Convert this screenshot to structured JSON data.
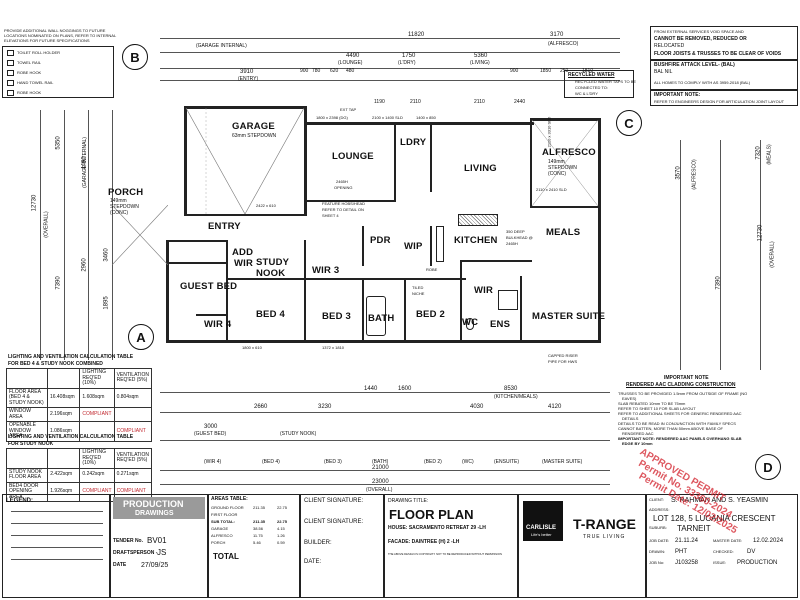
{
  "top_notes": {
    "line1": "PROVIDE ADDITIONAL WALL NOGGINGS TO FUTURE",
    "line2": "LOCATIONS NOMINATED ON PLANS, REFER TO INTERNAL",
    "line3": "ELEVATIONS FOR FUTURE SPECIFICATIONS"
  },
  "fixture_legend": [
    {
      "sym": "",
      "label": "TOILET ROLL HOLDER"
    },
    {
      "sym": "",
      "label": "TOWEL RAIL"
    },
    {
      "sym": "",
      "label": "ROBE HOOK"
    },
    {
      "sym": "",
      "label": "HAND TOWEL RAIL"
    },
    {
      "sym": "",
      "label": "ROBE HOOK"
    }
  ],
  "grid_markers": {
    "a": "A",
    "b": "B",
    "c": "C",
    "d": "D"
  },
  "top_dimensions": {
    "overall": "11820",
    "alfresco": "3170",
    "alfresco_label": "(ALFRESCO)",
    "garage": "(GARAGE INTERNAL)",
    "d4490": "4490",
    "d1750": "1750",
    "d5360": "5360",
    "lounge": "(LOUNGE)",
    "ldry": "(L'DRY)",
    "living": "(LIVING)",
    "d3910": "3910",
    "entry": "(ENTRY)",
    "d2110a": "2110",
    "d2110b": "2110",
    "d1190": "1190",
    "d2440": "2440",
    "d900a": "900",
    "d900b": "900",
    "d620": "620",
    "d780": "780",
    "d480": "480",
    "d250": "250",
    "d1810": "1810",
    "d1850": "1850"
  },
  "right_notes": {
    "void_line1": "FROM EXTERNAL SERVICES VOID SPACE AND",
    "void_line2": "CANNOT BE REMOVED, REDUCED OR",
    "void_line3": "RELOCATED",
    "joists": "FLOOR JOISTS & TRUSSES TO BE CLEAR OF VOIDS",
    "bal_title": "BUSHFIRE ATTACK LEVEL- (BAL)",
    "bal_value": "BAL NIL",
    "bal_note": "ALL HOMES TO COMPLY WITH AS 3959-2018 (BAL)",
    "important": "IMPORTANT NOTE:",
    "important_text": "REFER TO ENGINEERS DESIGN FOR ARTICULATION JOINT LAYOUT",
    "recycled_title": "RECYCLED WATER",
    "recycled_l1": "RECYCLED WATER TAPS TO BE",
    "recycled_l2": "CONNECTED TO:",
    "recycled_l3": "WC & L'DRY"
  },
  "rooms": {
    "garage": "GARAGE",
    "garage_sub": "63mm STEPDOWN",
    "lounge": "LOUNGE",
    "ldry": "LDRY",
    "living": "LIVING",
    "alfresco": "ALFRESCO",
    "alfresco_sub1": "149mm",
    "alfresco_sub2": "STEPDOWN",
    "alfresco_sub3": "(CONC)",
    "porch": "PORCH",
    "porch_sub1": "149mm",
    "porch_sub2": "STEPDOWN",
    "porch_sub3": "(CONC)",
    "entry": "ENTRY",
    "add_wir": "ADD",
    "add_wir2": "WIR",
    "study_nook": "STUDY",
    "study_nook2": "NOOK",
    "guest_bed": "GUEST BED",
    "wir3": "WIR 3",
    "pdr": "PDR",
    "wip": "WIP",
    "kitchen": "KITCHEN",
    "meals": "MEALS",
    "wir": "WIR",
    "bed4": "BED 4",
    "bed3": "BED 3",
    "bath": "BATH",
    "bed2": "BED 2",
    "wc": "WC",
    "ens": "ENS",
    "master_suite": "MASTER SUITE",
    "wir4": "WIR 4"
  },
  "plan_notes": {
    "opening1": "2465H",
    "opening1b": "OPENING",
    "feature_l1": "FEATURE HOBS/HEAD",
    "feature_l2": "REFER TO DETAIL ON",
    "feature_l3": "SHEET 4",
    "bulkhead": "350 DEEP",
    "bulkhead2": "BULKHEAD @",
    "bulkhead3": "2465H",
    "tiled_niche": "TILED",
    "tiled_niche2": "NICHE",
    "capped_riser": "CAPPED RISER",
    "capped_riser2": "PIPE FOR HWS",
    "robe": "ROBE",
    "ext_tap": "EXT TAP",
    "sld_1800": "1800 x 2398 (DG)",
    "sld_2100": "2100 x 1400 SLD",
    "sld_850": "1400 x 850",
    "d2422": "2422 x 610",
    "d1800_610": "1800 x 610",
    "d1372": "1372 x 1810",
    "d2110_2410": "2110 x 2410 SLD",
    "d2110_3310": "2110 x 3310 SLD"
  },
  "bottom_dimensions": {
    "overall": "23000",
    "overall_label": "(OVERALL)",
    "d1440": "1440",
    "d1600": "1600",
    "d8530": "8530",
    "d2660": "2660",
    "d3230": "3230",
    "d3000": "3000",
    "d4030": "4030",
    "d4120": "4120",
    "d21000": "21000",
    "guest_bed": "(GUEST BED)",
    "study_nook": "(STUDY NOOK)",
    "bed3": "(BED 3)",
    "bath": "(BATH)",
    "bed2": "(BED 2)",
    "wc": "(WC)",
    "ensuite": "(ENSUITE)",
    "master": "(MASTER SUITE)",
    "wir4": "(WIR 4)",
    "bed4": "(BED 4)",
    "kitchen_meals": "(KITCHEN/MEALS)"
  },
  "left_dimensions": {
    "overall": "(OVERALL)",
    "garage_internal": "(GARAGE INTERNAL)",
    "d12730": "12730",
    "d5350": "5350",
    "d4490": "4490",
    "d7390": "7390",
    "d2960": "2960",
    "d3460": "3460",
    "d1895": "1895"
  },
  "right_dimensions": {
    "d3570": "3570",
    "d7390": "7390",
    "d7320": "7320",
    "d12730": "12730",
    "meals": "(MEALS)",
    "alfresco": "(ALFRESCO)",
    "overall": "(OVERALL)"
  },
  "lv_table1": {
    "title1": "LIGHTING AND VENTILATION CALCULATION TABLE",
    "title2": "FOR BED 4 & STUDY NOOK COMBINED",
    "h_lighting": "LIGHTING REQ'ED (10%)",
    "h_vent": "VENTILATION REQ'ED (5%)",
    "r1_label": "FLOOR AREA (BED 4 & STUDY NOOK)",
    "r1_area": "16.408sqm",
    "r1_light": "1.608sqm",
    "r1_vent": "0.804sqm",
    "r2_label": "WINDOW AREA",
    "r2_area": "2.196sqm",
    "r2_status": "COMPLIANT",
    "r3_label": "OPENABLE WINDOW AREA",
    "r3_area": "1.086sqm",
    "r3_status": "COMPLIANT"
  },
  "lv_table2": {
    "title1": "LIGHTING AND VENTILATION CALCULATION TABLE",
    "title2": "FOR STUDY NOOK",
    "h_lighting": "LIGHTING REQ'ED (10%)",
    "h_vent": "VENTILATION REQ'ED (5%)",
    "r1_label": "STUDY NOOK FLOOR AREA",
    "r1_area": "2.422sqm",
    "r1_light": "0.242sqm",
    "r1_vent": "0.271sqm",
    "r2_label": "BED4 DOOR OPENING AREA",
    "r2_area": "1.926sqm",
    "r2_status": "COMPLIANT",
    "r2_status2": "COMPLIANT"
  },
  "cladding_note": {
    "title1": "IMPORTANT NOTE",
    "title2": "RENDERED AAC CLADDING CONSTRUCTION",
    "l1": "TRUSSES TO BE PROVIDED 1.5mm FROM OUTSIDE OF FRAME (NO",
    "l1b": "EAVES)",
    "l2": "SLAB REBATED 10mm TO BE 75mm",
    "l3": "REFER TO SHEET 10 FOR SLAB LAYOUT",
    "l4": "REFER TO ADDITIONAL SHEETS FOR GENERIC RENDERED AAC",
    "l4b": "DETAILS",
    "l5": "DETAILS TO BE READ IN CONJUNCTION WITH FAMILY SPECS",
    "l6": "CANNOT BATTEN, MORE THAN 50mm ABOVE BASE OF",
    "l6b": "RENDERED AAC",
    "l7": "IMPORTANT NOTE: RENDERED AAC PANELS OVERHANG SLAB",
    "l7b": "EDGE BY 10mm"
  },
  "title_block": {
    "legend": "LEGEND:",
    "production": "PRODUCTION",
    "drawings": "DRAWINGS",
    "tender_label": "TENDER No.",
    "tender_value": "BV01",
    "draftsperson_label": "DRAFTSPERSON -",
    "draftsperson_value": "JS",
    "date_label": "DATE",
    "date_value": "27/09/25",
    "areas_title": "AREAS TABLE:",
    "areas": [
      {
        "name": "GROUND FLOOR",
        "m2": "211.35",
        "sq": "22.75"
      },
      {
        "name": "FIRST FLOOR",
        "m2": "",
        "sq": ""
      },
      {
        "name": "SUB TOTAL:",
        "m2": "211.35",
        "sq": "22.75"
      },
      {
        "name": "GARAGE",
        "m2": "38.56",
        "sq": "4.15"
      },
      {
        "name": "ALFRESCO",
        "m2": "11.75",
        "sq": "1.26"
      },
      {
        "name": "PORCH",
        "m2": "5.46",
        "sq": "0.59"
      },
      {
        "name": "TOTAL",
        "m2": "",
        "sq": ""
      }
    ],
    "client_sig": "CLIENT SIGNATURE:",
    "builder": "BUILDER:",
    "client_sig2": "CLIENT SIGNATURE:",
    "date": "DATE:",
    "drawing_title_label": "DRAWING TITLE:",
    "drawing_title": "FLOOR PLAN",
    "house": "HOUSE: SACRAMENTO RETREAT 29 -LH",
    "facade": "FACADE: DAINTREE (H) 2 -LH",
    "copyright": "THE ABOVE DESIGN IS COPYRIGHT. NOT TO BE REPRODUCED WITHOUT PERMISSION",
    "company": "T-RANGE",
    "company_sub": "TRUE LIVING",
    "brand": "CARLISLE",
    "brand_sub": "Life's better",
    "client_label": "CLIENT:",
    "client_value": "S. RAHMAN AND S. YEASMIN",
    "address_label": "ADDRESS:",
    "address_value": "LOT 128, 5 LUCANIA CRESCENT",
    "suburb_label": "SUBURB:",
    "suburb_value": "TARNEIT",
    "jobdate_label": "JOB DATE:",
    "jobdate_value": "21.11.24",
    "masterdate_label": "MASTER DATE:",
    "masterdate_value": "12.02.2024",
    "drawn_label": "DRAWN:",
    "drawn_value": "PHT",
    "checked_label": "CHECKED:",
    "checked_value": "DV",
    "jobno_label": "JOB No:",
    "jobno_value": "J103258",
    "issue_label": "ISSUE:",
    "issue_value": "PRODUCTION"
  },
  "stamp": {
    "l1": "APPROVED PERMIT",
    "l2": "Permit No. 33360-2024",
    "l3": "Permit Date: 12/02/2025"
  }
}
